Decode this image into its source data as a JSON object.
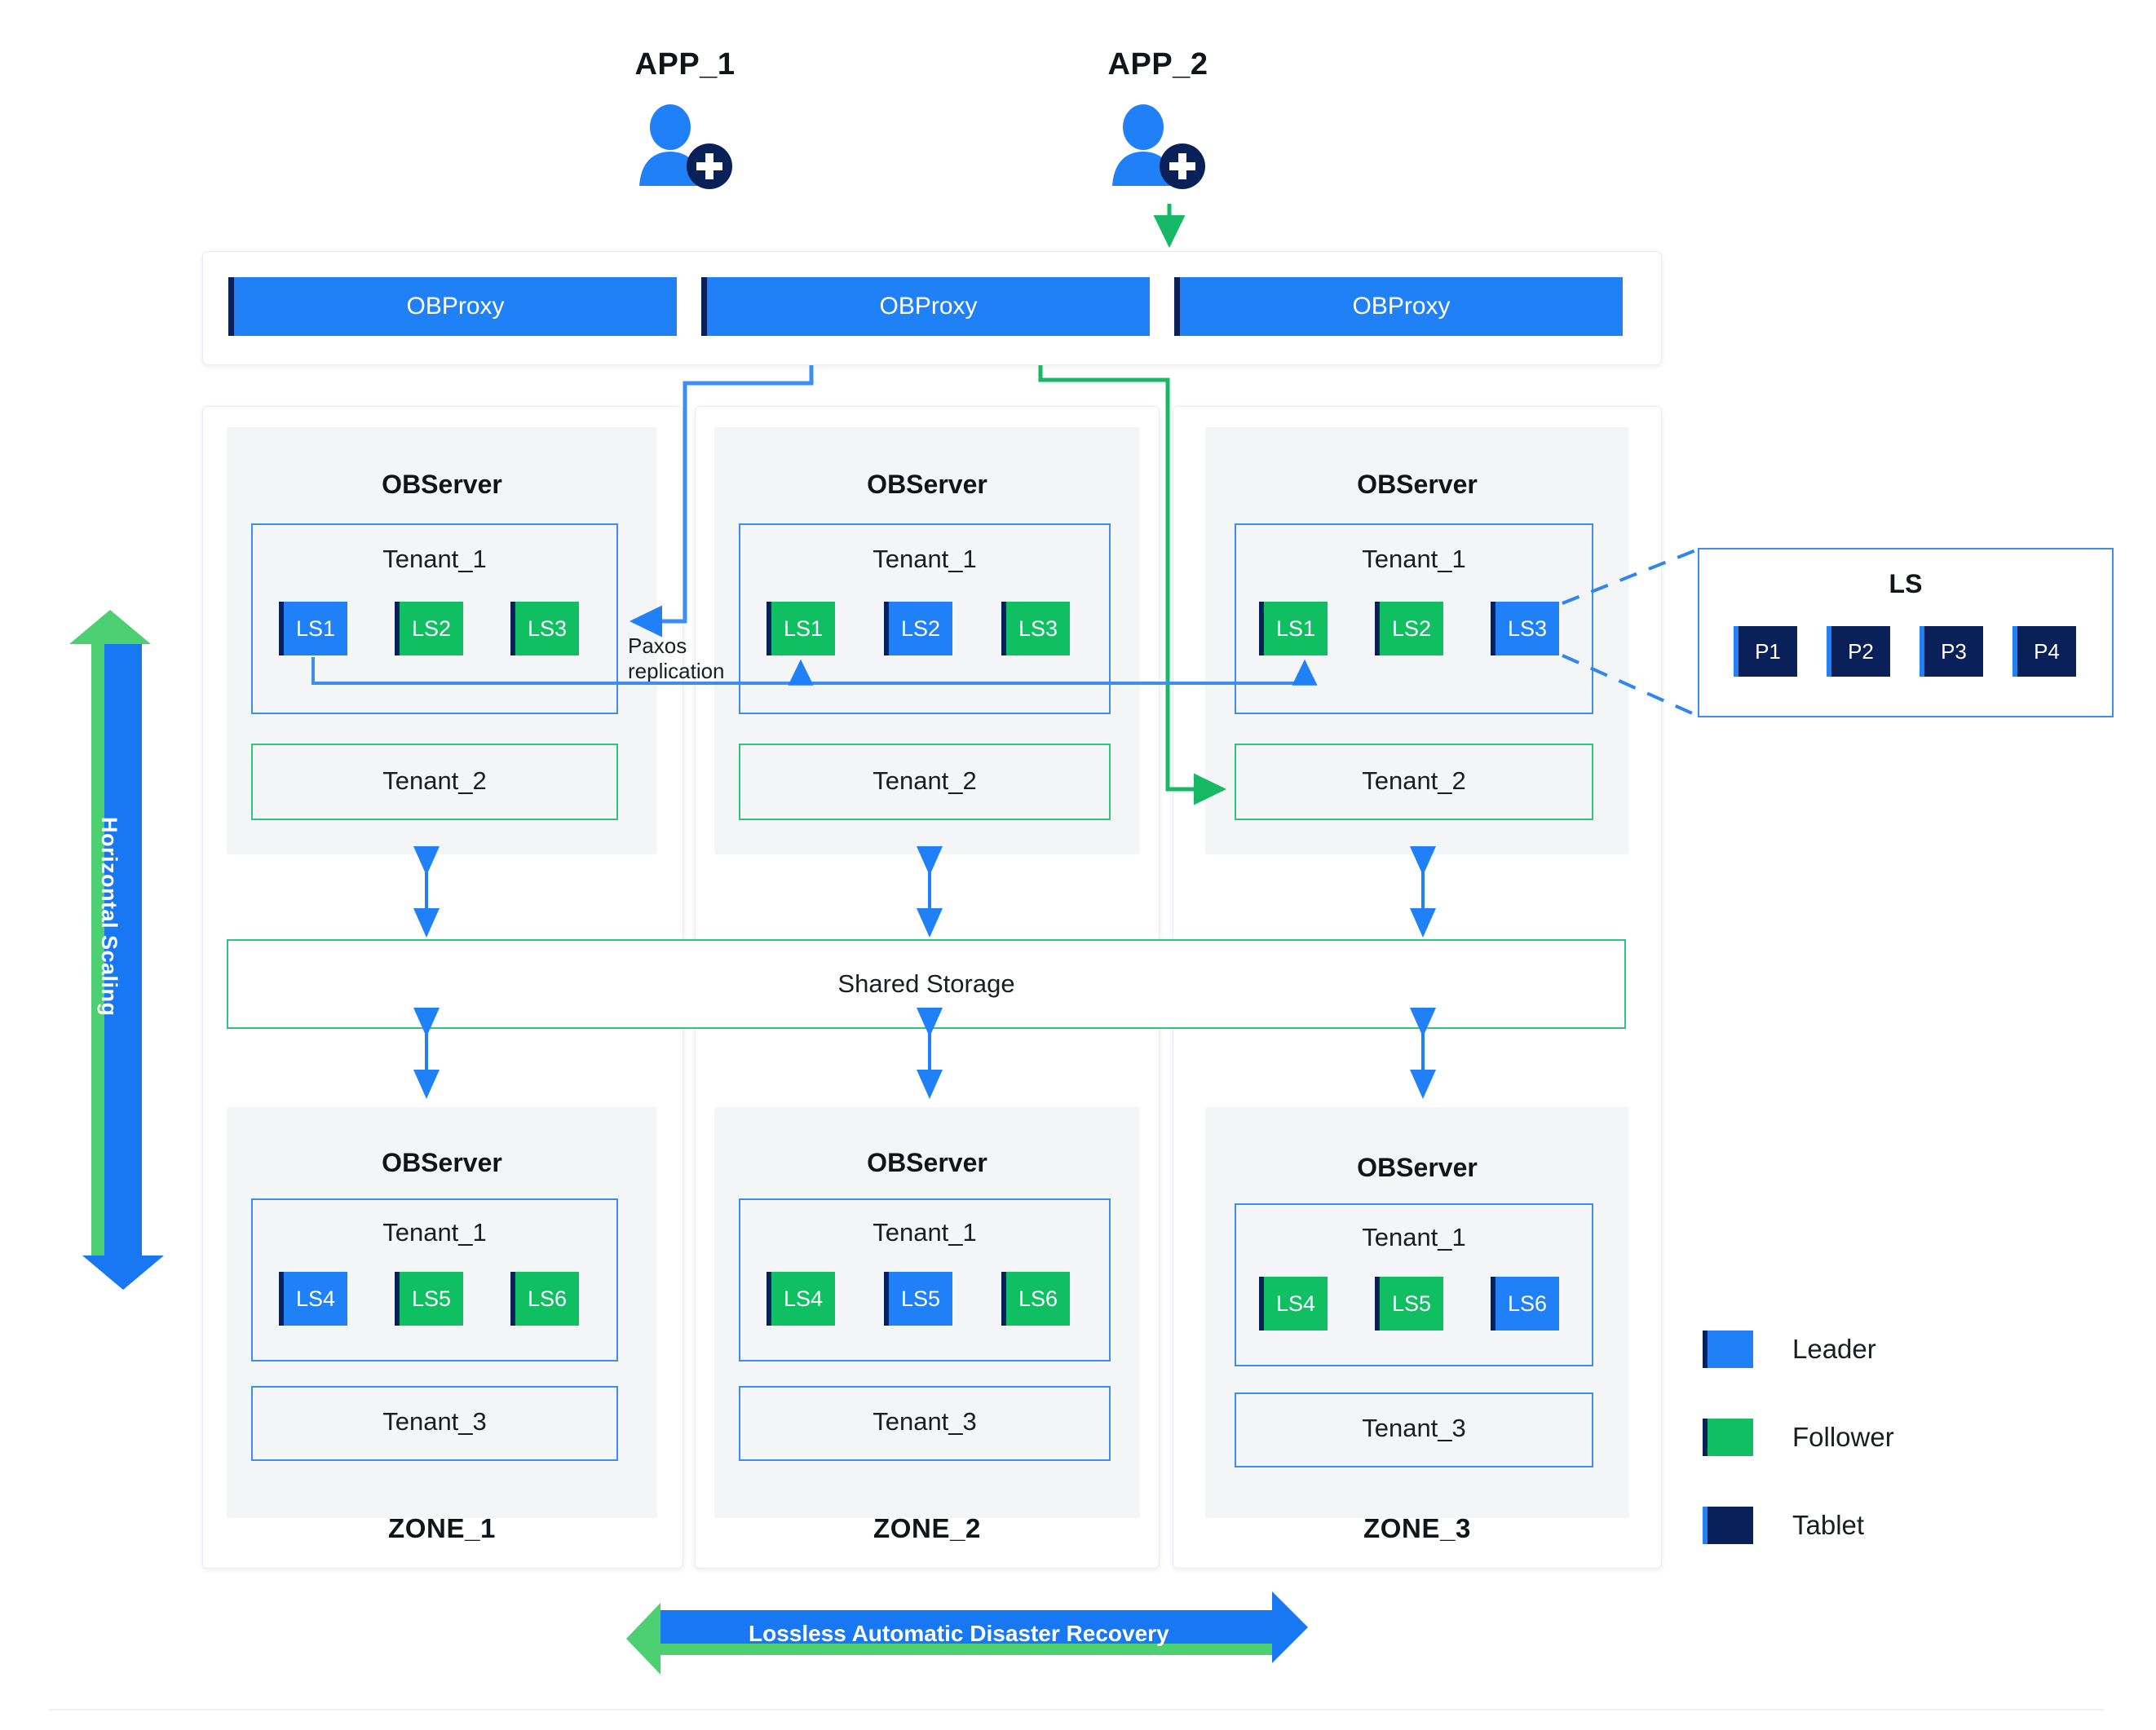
{
  "apps": [
    {
      "label": "APP_1",
      "icon": "user-add-icon"
    },
    {
      "label": "APP_2",
      "icon": "user-add-icon"
    }
  ],
  "proxy_row": {
    "items": [
      {
        "label": "OBProxy"
      },
      {
        "label": "OBProxy"
      },
      {
        "label": "OBProxy"
      }
    ]
  },
  "annotations": {
    "paxos": "Paxos\nreplication",
    "paxos_line1": "Paxos",
    "paxos_line2": "replication",
    "vertical_arrow": "Horizontal Scaling",
    "horizontal_arrow": "Lossless Automatic Disaster Recovery"
  },
  "shared_storage": {
    "label": "Shared Storage"
  },
  "ls_callout": {
    "title": "LS",
    "tablets": [
      {
        "label": "P1"
      },
      {
        "label": "P2"
      },
      {
        "label": "P3"
      },
      {
        "label": "P4"
      }
    ]
  },
  "legend": {
    "items": [
      {
        "label": "Leader",
        "color": "#2080F8",
        "edge": "#0A2058"
      },
      {
        "label": "Follower",
        "color": "#0FBF61",
        "edge": "#0A2058"
      },
      {
        "label": "Tablet",
        "color": "#0A2058",
        "edge": "#2080F8"
      }
    ]
  },
  "colors": {
    "leader": "#2080F8",
    "follower": "#0FBF61",
    "tablet": "#0A2058",
    "tenant_blue_border": "#3C8EF5",
    "tenant_green_border": "#2FC37C",
    "panel_bg": "#f4f5f7"
  },
  "zones": [
    {
      "name": "ZONE_1",
      "top_server": {
        "title": "OBServer",
        "tenant_main": {
          "label": "Tenant_1",
          "border": "blue",
          "log_streams": [
            {
              "label": "LS1",
              "role": "leader"
            },
            {
              "label": "LS2",
              "role": "follower"
            },
            {
              "label": "LS3",
              "role": "follower"
            }
          ]
        },
        "tenant_secondary": {
          "label": "Tenant_2",
          "border": "green"
        }
      },
      "bottom_server": {
        "title": "OBServer",
        "tenant_main": {
          "label": "Tenant_1",
          "border": "blue",
          "log_streams": [
            {
              "label": "LS4",
              "role": "leader"
            },
            {
              "label": "LS5",
              "role": "follower"
            },
            {
              "label": "LS6",
              "role": "follower"
            }
          ]
        },
        "tenant_secondary": {
          "label": "Tenant_3",
          "border": "blue"
        }
      }
    },
    {
      "name": "ZONE_2",
      "top_server": {
        "title": "OBServer",
        "tenant_main": {
          "label": "Tenant_1",
          "border": "blue",
          "log_streams": [
            {
              "label": "LS1",
              "role": "follower"
            },
            {
              "label": "LS2",
              "role": "leader"
            },
            {
              "label": "LS3",
              "role": "follower"
            }
          ]
        },
        "tenant_secondary": {
          "label": "Tenant_2",
          "border": "green"
        }
      },
      "bottom_server": {
        "title": "OBServer",
        "tenant_main": {
          "label": "Tenant_1",
          "border": "blue",
          "log_streams": [
            {
              "label": "LS4",
              "role": "follower"
            },
            {
              "label": "LS5",
              "role": "leader"
            },
            {
              "label": "LS6",
              "role": "follower"
            }
          ]
        },
        "tenant_secondary": {
          "label": "Tenant_3",
          "border": "blue"
        }
      }
    },
    {
      "name": "ZONE_3",
      "top_server": {
        "title": "OBServer",
        "tenant_main": {
          "label": "Tenant_1",
          "border": "blue",
          "log_streams": [
            {
              "label": "LS1",
              "role": "follower"
            },
            {
              "label": "LS2",
              "role": "follower"
            },
            {
              "label": "LS3",
              "role": "leader"
            }
          ]
        },
        "tenant_secondary": {
          "label": "Tenant_2",
          "border": "green"
        }
      },
      "bottom_server": {
        "title": "OBServer",
        "tenant_main": {
          "label": "Tenant_1",
          "border": "blue",
          "log_streams": [
            {
              "label": "LS4",
              "role": "follower"
            },
            {
              "label": "LS5",
              "role": "follower"
            },
            {
              "label": "LS6",
              "role": "leader"
            }
          ]
        },
        "tenant_secondary": {
          "label": "Tenant_3",
          "border": "blue"
        }
      }
    }
  ]
}
